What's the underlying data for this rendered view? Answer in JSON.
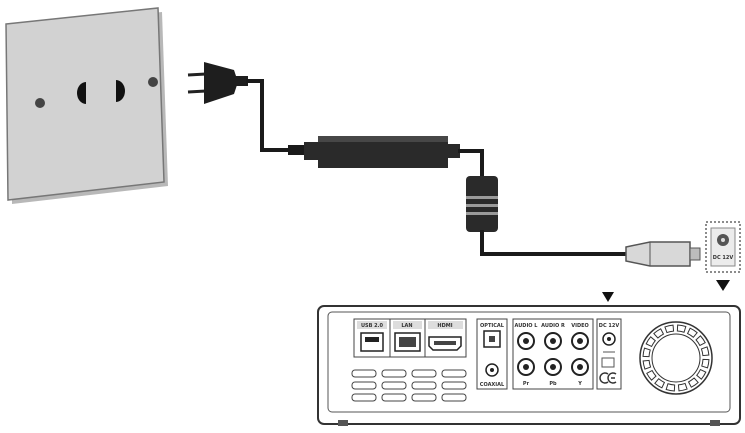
{
  "colors": {
    "wall_plate": "#cfcfcf",
    "wall_plate_edge": "#8a8a8a",
    "cable": "#1a1a1a",
    "adapter": "#2a2a2a",
    "device_panel": "#ffffff",
    "line": "#333333"
  },
  "device": {
    "port_labels": {
      "usb": "USB 2.0",
      "lan": "LAN",
      "hdmi": "HDMI",
      "optical": "OPTICAL",
      "coaxial": "COAXIAL",
      "audio_l": "AUDIO L",
      "audio_r": "AUDIO R",
      "video": "VIDEO",
      "dc": "DC 12V",
      "pr": "Pr",
      "pb": "Pb",
      "y": "Y"
    }
  },
  "icons": {
    "arrow": "down-triangle-icon"
  }
}
